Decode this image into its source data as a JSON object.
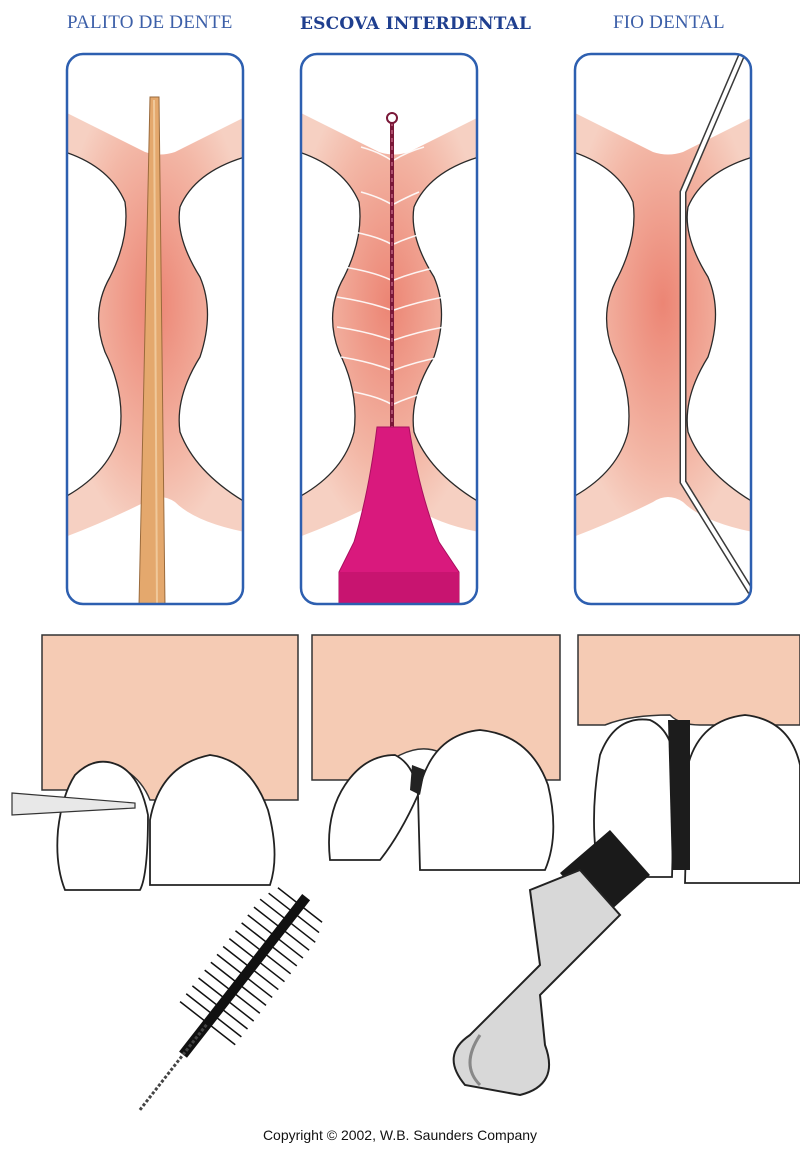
{
  "labels": {
    "toothpick": "PALITO DE DENTE",
    "interdental_brush": "ESCOVA INTERDENTAL",
    "floss": "FIO DENTAL"
  },
  "copyright": "Copyright © 2002, W.B. Saunders Company",
  "colors": {
    "frame": "#2d5fb0",
    "gum": "#f2c8b8",
    "gum_center": "#ec8f7e",
    "toothpick": "#e2a56a",
    "brush_handle": "#d9197d",
    "gingiva_bottom": "#f5cbb4"
  }
}
